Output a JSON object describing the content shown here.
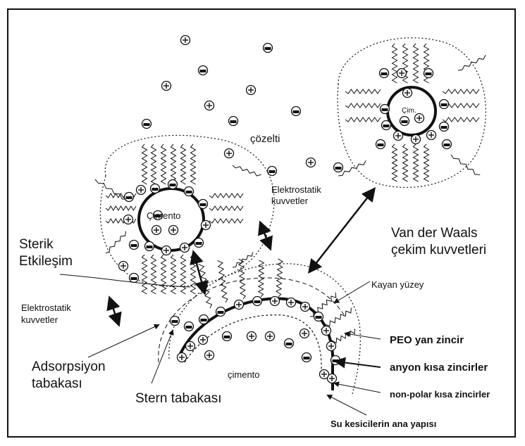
{
  "labels": {
    "solution": "çözelti",
    "cim_small": "Çim.",
    "cimento_upper": "Çimento",
    "cimento_lower": "çimento",
    "electrostatic_1a": "Elektrostatik",
    "electrostatic_1b": "kuvvetler",
    "electrostatic_2a": "Elektrostatik",
    "electrostatic_2b": "kuvvetler",
    "vdw_a": "Van der Waals",
    "vdw_b": "çekim kuvvetleri",
    "steric_a": "Sterik",
    "steric_b": "Etkileşim",
    "slip_surface": "Kayan yüzey",
    "adsorption_a": "Adsorpsiyon",
    "adsorption_b": "tabakası",
    "stern": "Stern tabakası",
    "peo": "PEO yan zincir",
    "anion": "anyon kısa zincirler",
    "nonpolar": "non-polar  kısa zincirler",
    "backbone": "Su kesicilerin ana yapısı"
  },
  "colors": {
    "ink": "#111111",
    "background": "#ffffff"
  }
}
